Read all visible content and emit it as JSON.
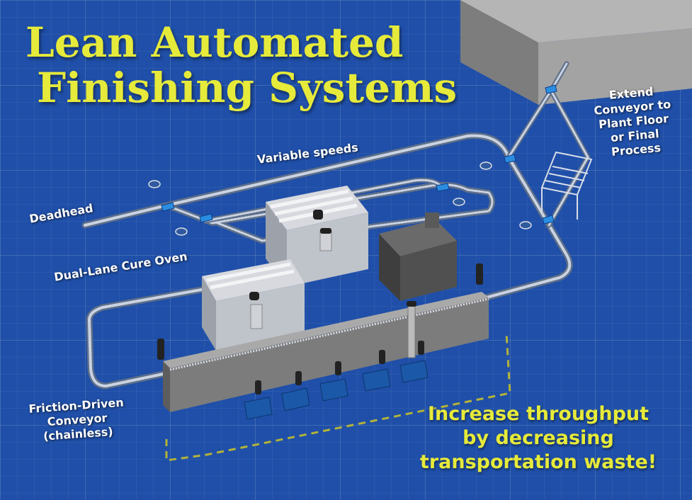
{
  "title": {
    "line1": "Lean Automated",
    "line2": "Finishing Systems"
  },
  "labels": {
    "variable_speeds": "Variable speeds",
    "deadhead": "Deadhead",
    "dual_lane_cure_oven": "Dual-Lane Cure Oven",
    "extend_conveyor": [
      "Extend",
      "Conveyor to",
      "Plant Floor",
      "or Final",
      "Process"
    ],
    "friction_driven": [
      "Friction-Driven",
      "Conveyor",
      "(chainless)"
    ]
  },
  "tagline": [
    "Increase throughput",
    "by decreasing",
    "transportation waste!"
  ],
  "colors": {
    "background": "#1f4fa8",
    "title": "#e6ea3a",
    "label": "#ffffff",
    "conveyor_rail": "#c9d3e3",
    "equipment_gray": "#8a8a8a",
    "dashed_zone": "#b3b33a",
    "node_blue": "#2a8de0"
  }
}
